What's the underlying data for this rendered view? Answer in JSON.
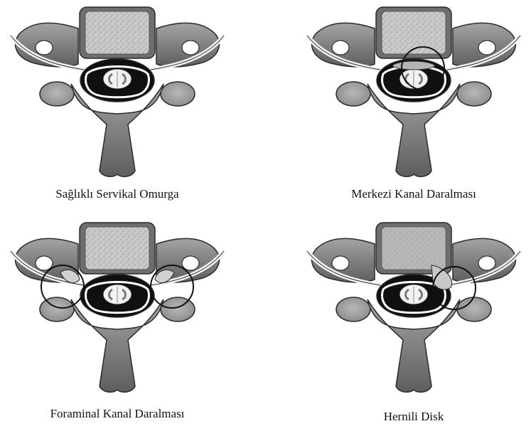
{
  "colors": {
    "bone": "#8a8a8a",
    "bone_dark": "#5c5c5c",
    "bone_light": "#c4c4c4",
    "outline": "#2b2b2b",
    "canal": "#101010",
    "cord": "#f2f2f2",
    "highlight_circle": "#111111"
  },
  "panels": [
    {
      "caption": "Sağlıklı Servikal Omurga",
      "condition": "healthy"
    },
    {
      "caption": "Merkezi Kanal Daralması",
      "condition": "central-stenosis"
    },
    {
      "caption": "Foraminal Kanal Daralması",
      "condition": "foraminal-stenosis"
    },
    {
      "caption": "Hernili Disk",
      "condition": "herniated-disc"
    }
  ]
}
